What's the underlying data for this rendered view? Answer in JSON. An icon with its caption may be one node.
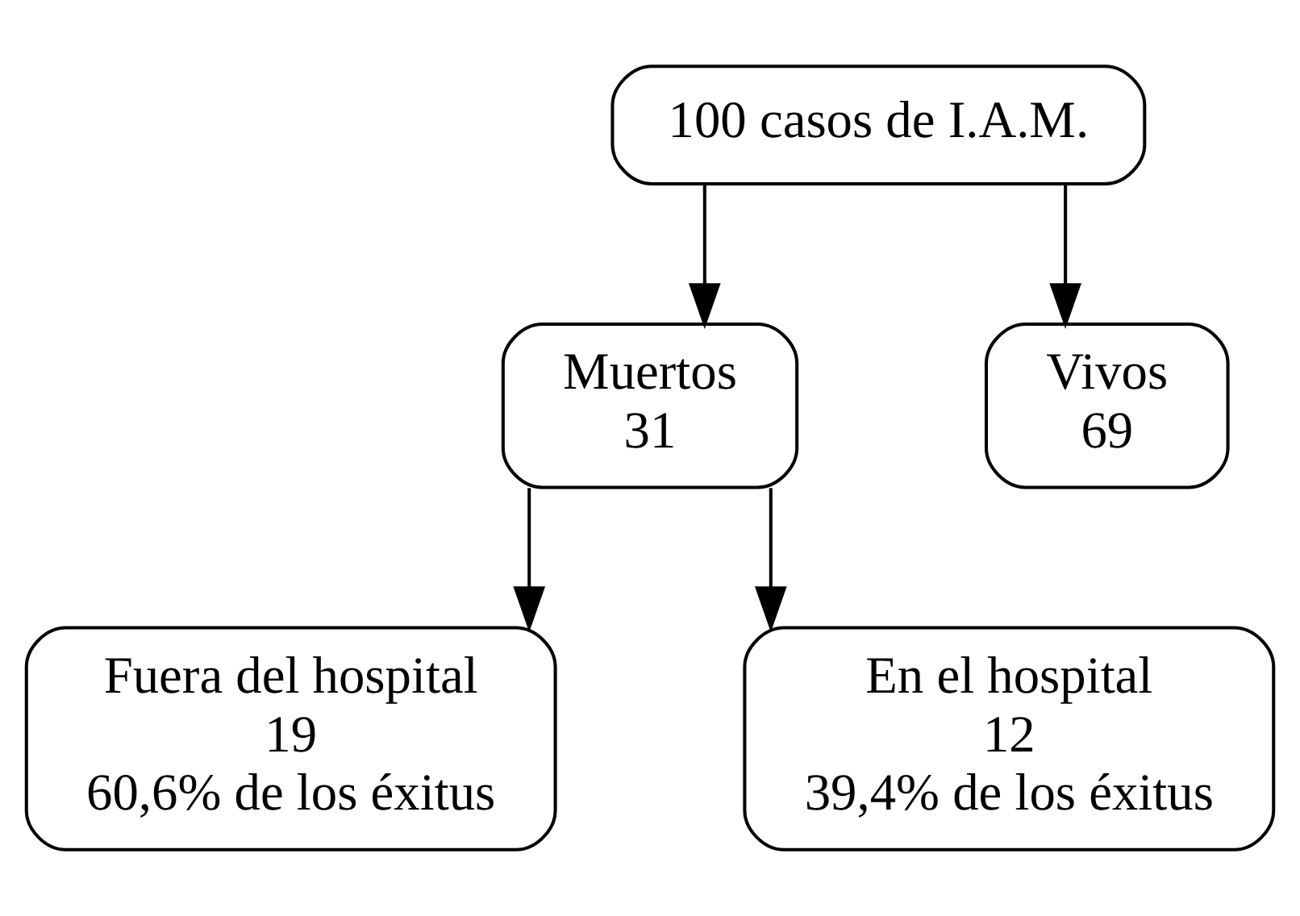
{
  "diagram": {
    "nodes": [
      {
        "text": [
          "100 casos de I.A.M."
        ]
      },
      {
        "text": [
          "Muertos",
          "31"
        ]
      },
      {
        "text": [
          "Vivos",
          "69"
        ]
      },
      {
        "text": [
          "Fuera del hospital",
          "19",
          "60,6% de los éxitus"
        ]
      },
      {
        "text": [
          "En el hospital",
          "12",
          "39,4% de los éxitus"
        ]
      }
    ],
    "edges": [
      {
        "from": 0,
        "to": 1,
        "arrow": "to"
      },
      {
        "from": 0,
        "to": 2,
        "arrow": "to"
      },
      {
        "from": 1,
        "to": 3,
        "arrow": "to"
      },
      {
        "from": 1,
        "to": 4,
        "arrow": "to"
      }
    ]
  }
}
